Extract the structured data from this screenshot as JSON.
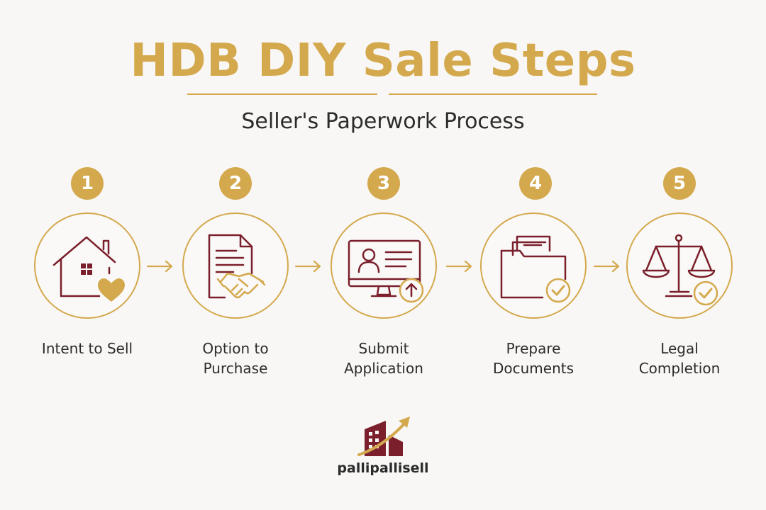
{
  "title": "HDB DIY Sale Steps",
  "subtitle": "Seller's Paperwork Process",
  "steps": [
    {
      "number": "1",
      "label_lines": [
        "Intent to Sell",
        ""
      ],
      "icon": "house-heart-icon"
    },
    {
      "number": "2",
      "label_lines": [
        "Option to",
        "Purchase"
      ],
      "icon": "document-handshake-icon"
    },
    {
      "number": "3",
      "label_lines": [
        "Submit",
        "Application"
      ],
      "icon": "monitor-upload-icon"
    },
    {
      "number": "4",
      "label_lines": [
        "Prepare",
        "Documents"
      ],
      "icon": "folder-check-icon"
    },
    {
      "number": "5",
      "label_lines": [
        "Legal",
        "Completion"
      ],
      "icon": "scales-check-icon"
    }
  ],
  "brand": "pallipallisell",
  "colors": {
    "gold": "#d4a94e",
    "maroon": "#7a1f2b",
    "text": "#2b2b2b",
    "background": "#f8f7f5"
  }
}
